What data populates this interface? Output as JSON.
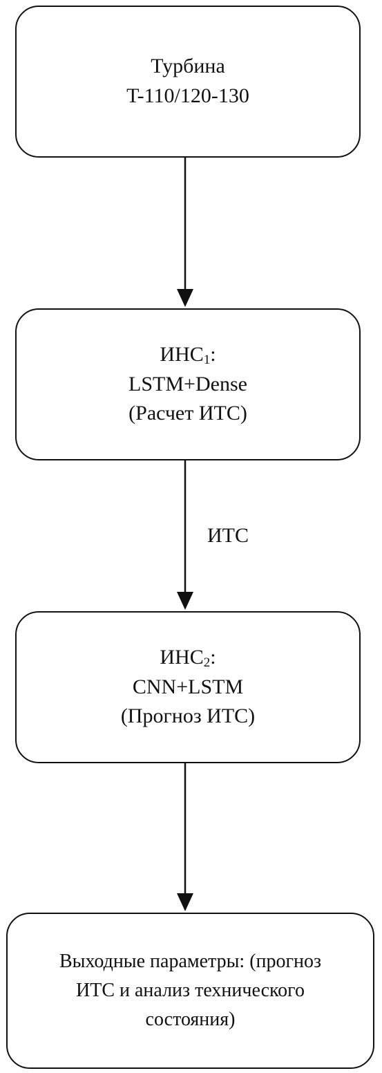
{
  "nodes": [
    {
      "id": "turbine",
      "lines": [
        "Турбина",
        "T-110/120-130"
      ]
    },
    {
      "id": "ann1",
      "title": "ИНС",
      "title_sub": "1",
      "title_suffix": ":",
      "lines": [
        "LSTM+Dense",
        "(Расчет ИТС)"
      ]
    },
    {
      "id": "ann2",
      "title": "ИНС",
      "title_sub": "2",
      "title_suffix": ":",
      "lines": [
        "CNN+LSTM",
        "(Прогноз ИТС)"
      ]
    },
    {
      "id": "output",
      "lines": [
        "Выходные параметры: (прогноз",
        "ИТС и анализ технического",
        "состояния)"
      ]
    }
  ],
  "edges": [
    {
      "from": "turbine",
      "to": "ann1",
      "label": ""
    },
    {
      "from": "ann1",
      "to": "ann2",
      "label": "ИТС"
    },
    {
      "from": "ann2",
      "to": "output",
      "label": ""
    }
  ],
  "colors": {
    "stroke": "#111111",
    "background": "#ffffff"
  }
}
